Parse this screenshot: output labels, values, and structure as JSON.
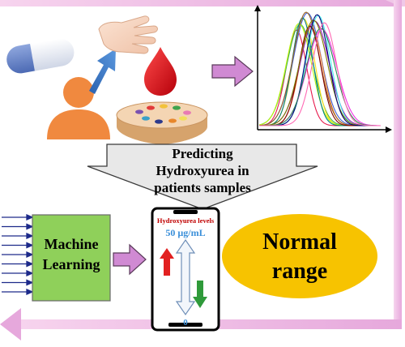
{
  "colors": {
    "frame": "#e9b3df",
    "blood": "#e0171f",
    "person": "#f0893f",
    "up_arrow_blue": "#2f6fbd",
    "dish_top": "#f4d5b3",
    "dish_side": "#d6a36c",
    "block_arrow": "#e8e8e8",
    "ml_box": "#8fd05a",
    "side_arrow": "#d08ad3",
    "ellipse": "#f7c300",
    "phone_text_red": "#c00000",
    "phone_text_blue": "#3a8fd9",
    "up_arrow_red": "#e22020",
    "down_arrow_green": "#2f9a3a"
  },
  "icons": [
    "pill-icon",
    "hand-icon",
    "person-icon",
    "blood-drop-icon",
    "petri-dish-icon",
    "chromatogram-icon",
    "phone-icon"
  ],
  "center_arrow": {
    "lines": [
      "Predicting",
      "Hydroxyurea in",
      "patients samples"
    ]
  },
  "ml_box": {
    "lines": [
      "Machine",
      "Learning"
    ]
  },
  "phone": {
    "title": "Hydroxyurea levels",
    "top_value": "50 µg/mL",
    "bottom_value": "0"
  },
  "result": {
    "lines": [
      "Normal",
      "range"
    ]
  }
}
